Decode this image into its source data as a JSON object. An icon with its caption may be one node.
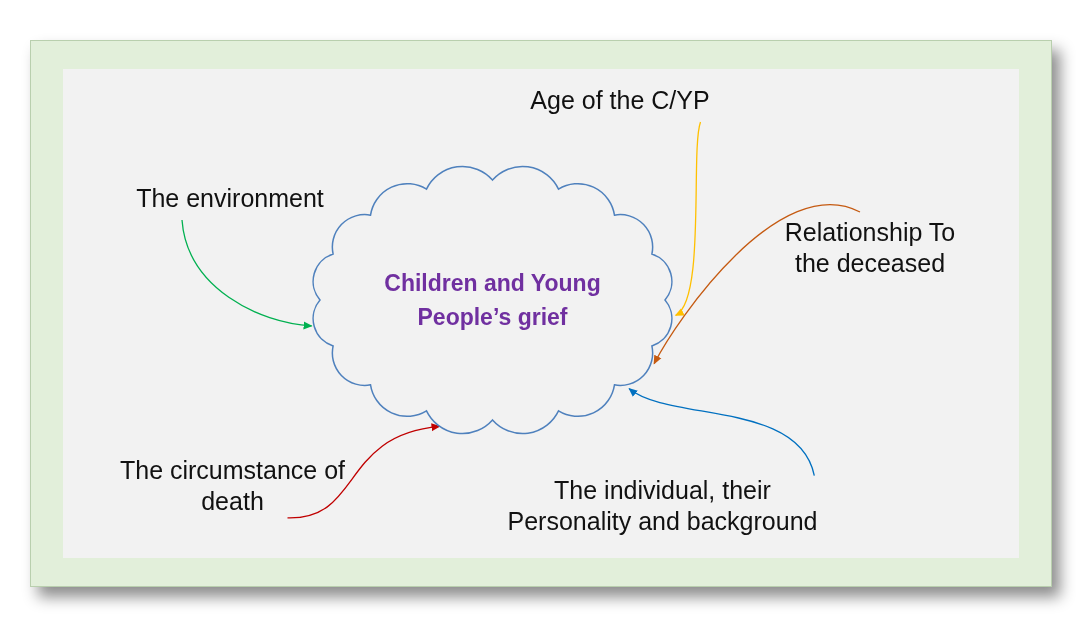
{
  "diagram": {
    "nodes": [
      {
        "text": [
          "Children and Young People’s grief"
        ]
      },
      {
        "text": [
          "Age of the C/YP"
        ]
      },
      {
        "text": [
          "The environment"
        ]
      },
      {
        "text": [
          "Relationship To the deceased"
        ]
      },
      {
        "text": [
          "The circumstance of death"
        ]
      },
      {
        "text": [
          "The individual, their Personality and background"
        ]
      }
    ],
    "edges": [
      {
        "from": 1,
        "to": 0,
        "arrow": "to",
        "color": "#ffc000"
      },
      {
        "from": 2,
        "to": 0,
        "arrow": "to",
        "color": "#00b050"
      },
      {
        "from": 3,
        "to": 0,
        "arrow": "to",
        "color": "#c55a11"
      },
      {
        "from": 4,
        "to": 0,
        "arrow": "to",
        "color": "#c00000"
      },
      {
        "from": 5,
        "to": 0,
        "arrow": "to",
        "color": "#0070c0"
      }
    ]
  }
}
